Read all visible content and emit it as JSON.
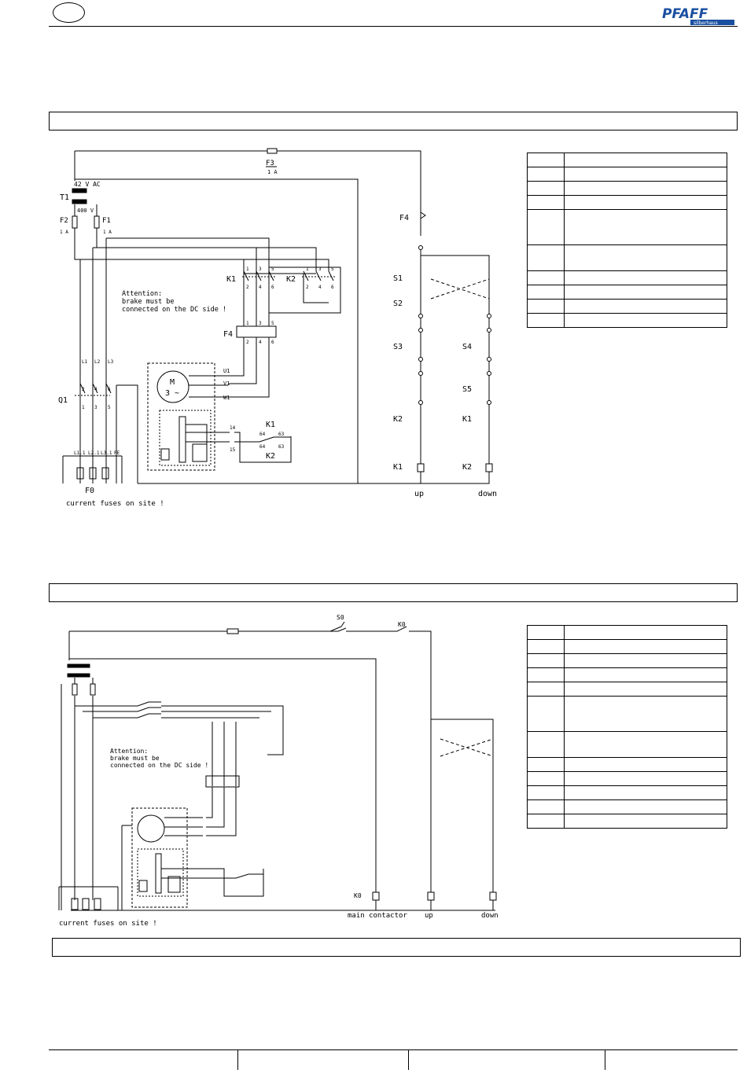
{
  "header": {
    "logo_text": "PFAFF",
    "logo_subtext": "silberhaus"
  },
  "colors": {
    "ink": "#000000",
    "logo_blue": "#1a4fa0",
    "paper": "#ffffff"
  },
  "diagram1": {
    "transformer_label": "T1",
    "voltage_primary": "42 V AC",
    "voltage_secondary": "400 V",
    "fuse_f3": "F3",
    "fuse_f3_rating": "1 A",
    "fuse_f2": "F2",
    "fuse_f2_rating": "1 A",
    "fuse_f1": "F1",
    "fuse_f1_rating": "1 A",
    "relay_f4": "F4",
    "contactor_k1": "K1",
    "contactor_k2": "K2",
    "switch_q1": "Q1",
    "motor_m": "M",
    "motor_phase": "3 ~",
    "terminal_u1": "U1",
    "terminal_v1": "V1",
    "terminal_w1": "W1",
    "pe": "PE",
    "attention_1": "Attention:",
    "attention_2": "brake must be",
    "attention_3": "connected on the DC side !",
    "fuse_f0": "F0",
    "current_fuses": "current fuses on site !",
    "l1": "L1",
    "l2": "L2",
    "l3": "L3",
    "l11": "L1.1",
    "l21": "L2.1",
    "l31": "L3.1",
    "s1": "S1",
    "s2": "S2",
    "s3": "S3",
    "s4": "S4",
    "s5": "S5",
    "up": "up",
    "down": "down"
  },
  "diagram2": {
    "switch_s0": "S0",
    "contactor_k0": "K0",
    "main_contactor": "main contactor",
    "up": "up",
    "down": "down",
    "current_fuses": "current fuses on site !",
    "attention_1": "Attention:",
    "attention_2": "brake must be",
    "attention_3": "connected on the DC side !"
  },
  "legend1_rows": [
    "",
    "",
    "",
    "",
    "",
    "",
    "",
    "",
    "",
    ""
  ],
  "legend2_rows": [
    "",
    "",
    "",
    "",
    "",
    "",
    "",
    "",
    "",
    "",
    "",
    ""
  ]
}
